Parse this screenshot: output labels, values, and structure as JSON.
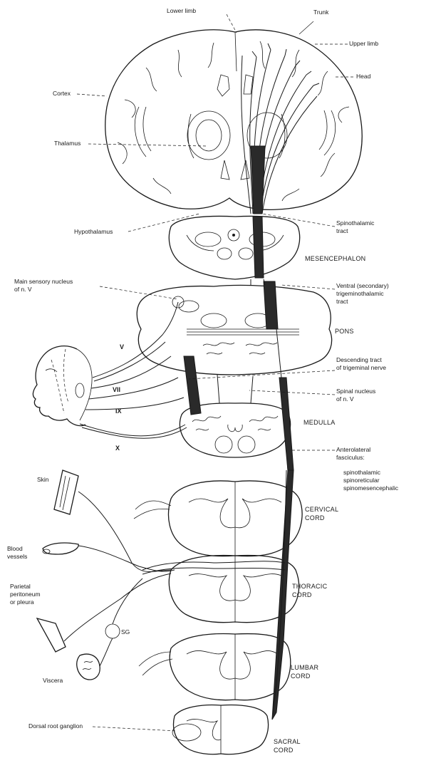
{
  "labels": {
    "lower_limb": "Lower limb",
    "trunk": "Trunk",
    "upper_limb": "Upper limb",
    "head": "Head",
    "cortex": "Cortex",
    "thalamus": "Thalamus",
    "hypothalamus": "Hypothalamus",
    "spinothalamic_1": "Spinothalamic",
    "spinothalamic_2": "tract",
    "mesencephalon": "MESENCEPHALON",
    "main_sensory_1": "Main sensory nucleus",
    "main_sensory_2": "of n. V",
    "ventral_1": "Ventral (secondary)",
    "ventral_2": "trigeminothalamic",
    "ventral_3": "tract",
    "pons": "PONS",
    "descending_1": "Descending tract",
    "descending_2": "of trigeminal nerve",
    "spinal_nucleus_1": "Spinal nucleus",
    "spinal_nucleus_2": "of n. V",
    "medulla": "MEDULLA",
    "anterolateral_1": "Anterolateral",
    "anterolateral_2": "fasciculus:",
    "anterolateral_3": "spinothalamic",
    "anterolateral_4": "spinoreticular",
    "anterolateral_5": "spinomesencephalic",
    "nerve_v": "V",
    "nerve_vii": "VII",
    "nerve_ix": "IX",
    "nerve_x": "X",
    "skin": "Skin",
    "cervical_1": "CERVICAL",
    "cervical_2": "CORD",
    "blood_1": "Blood",
    "blood_2": "vessels",
    "parietal_1": "Parietal",
    "parietal_2": "peritoneum",
    "parietal_3": "or pleura",
    "thoracic_1": "THORACIC",
    "thoracic_2": "CORD",
    "sg": "SG",
    "viscera": "Viscera",
    "lumbar_1": "LUMBAR",
    "lumbar_2": "CORD",
    "drg": "Dorsal root ganglion",
    "sacral_1": "SACRAL",
    "sacral_2": "CORD"
  }
}
